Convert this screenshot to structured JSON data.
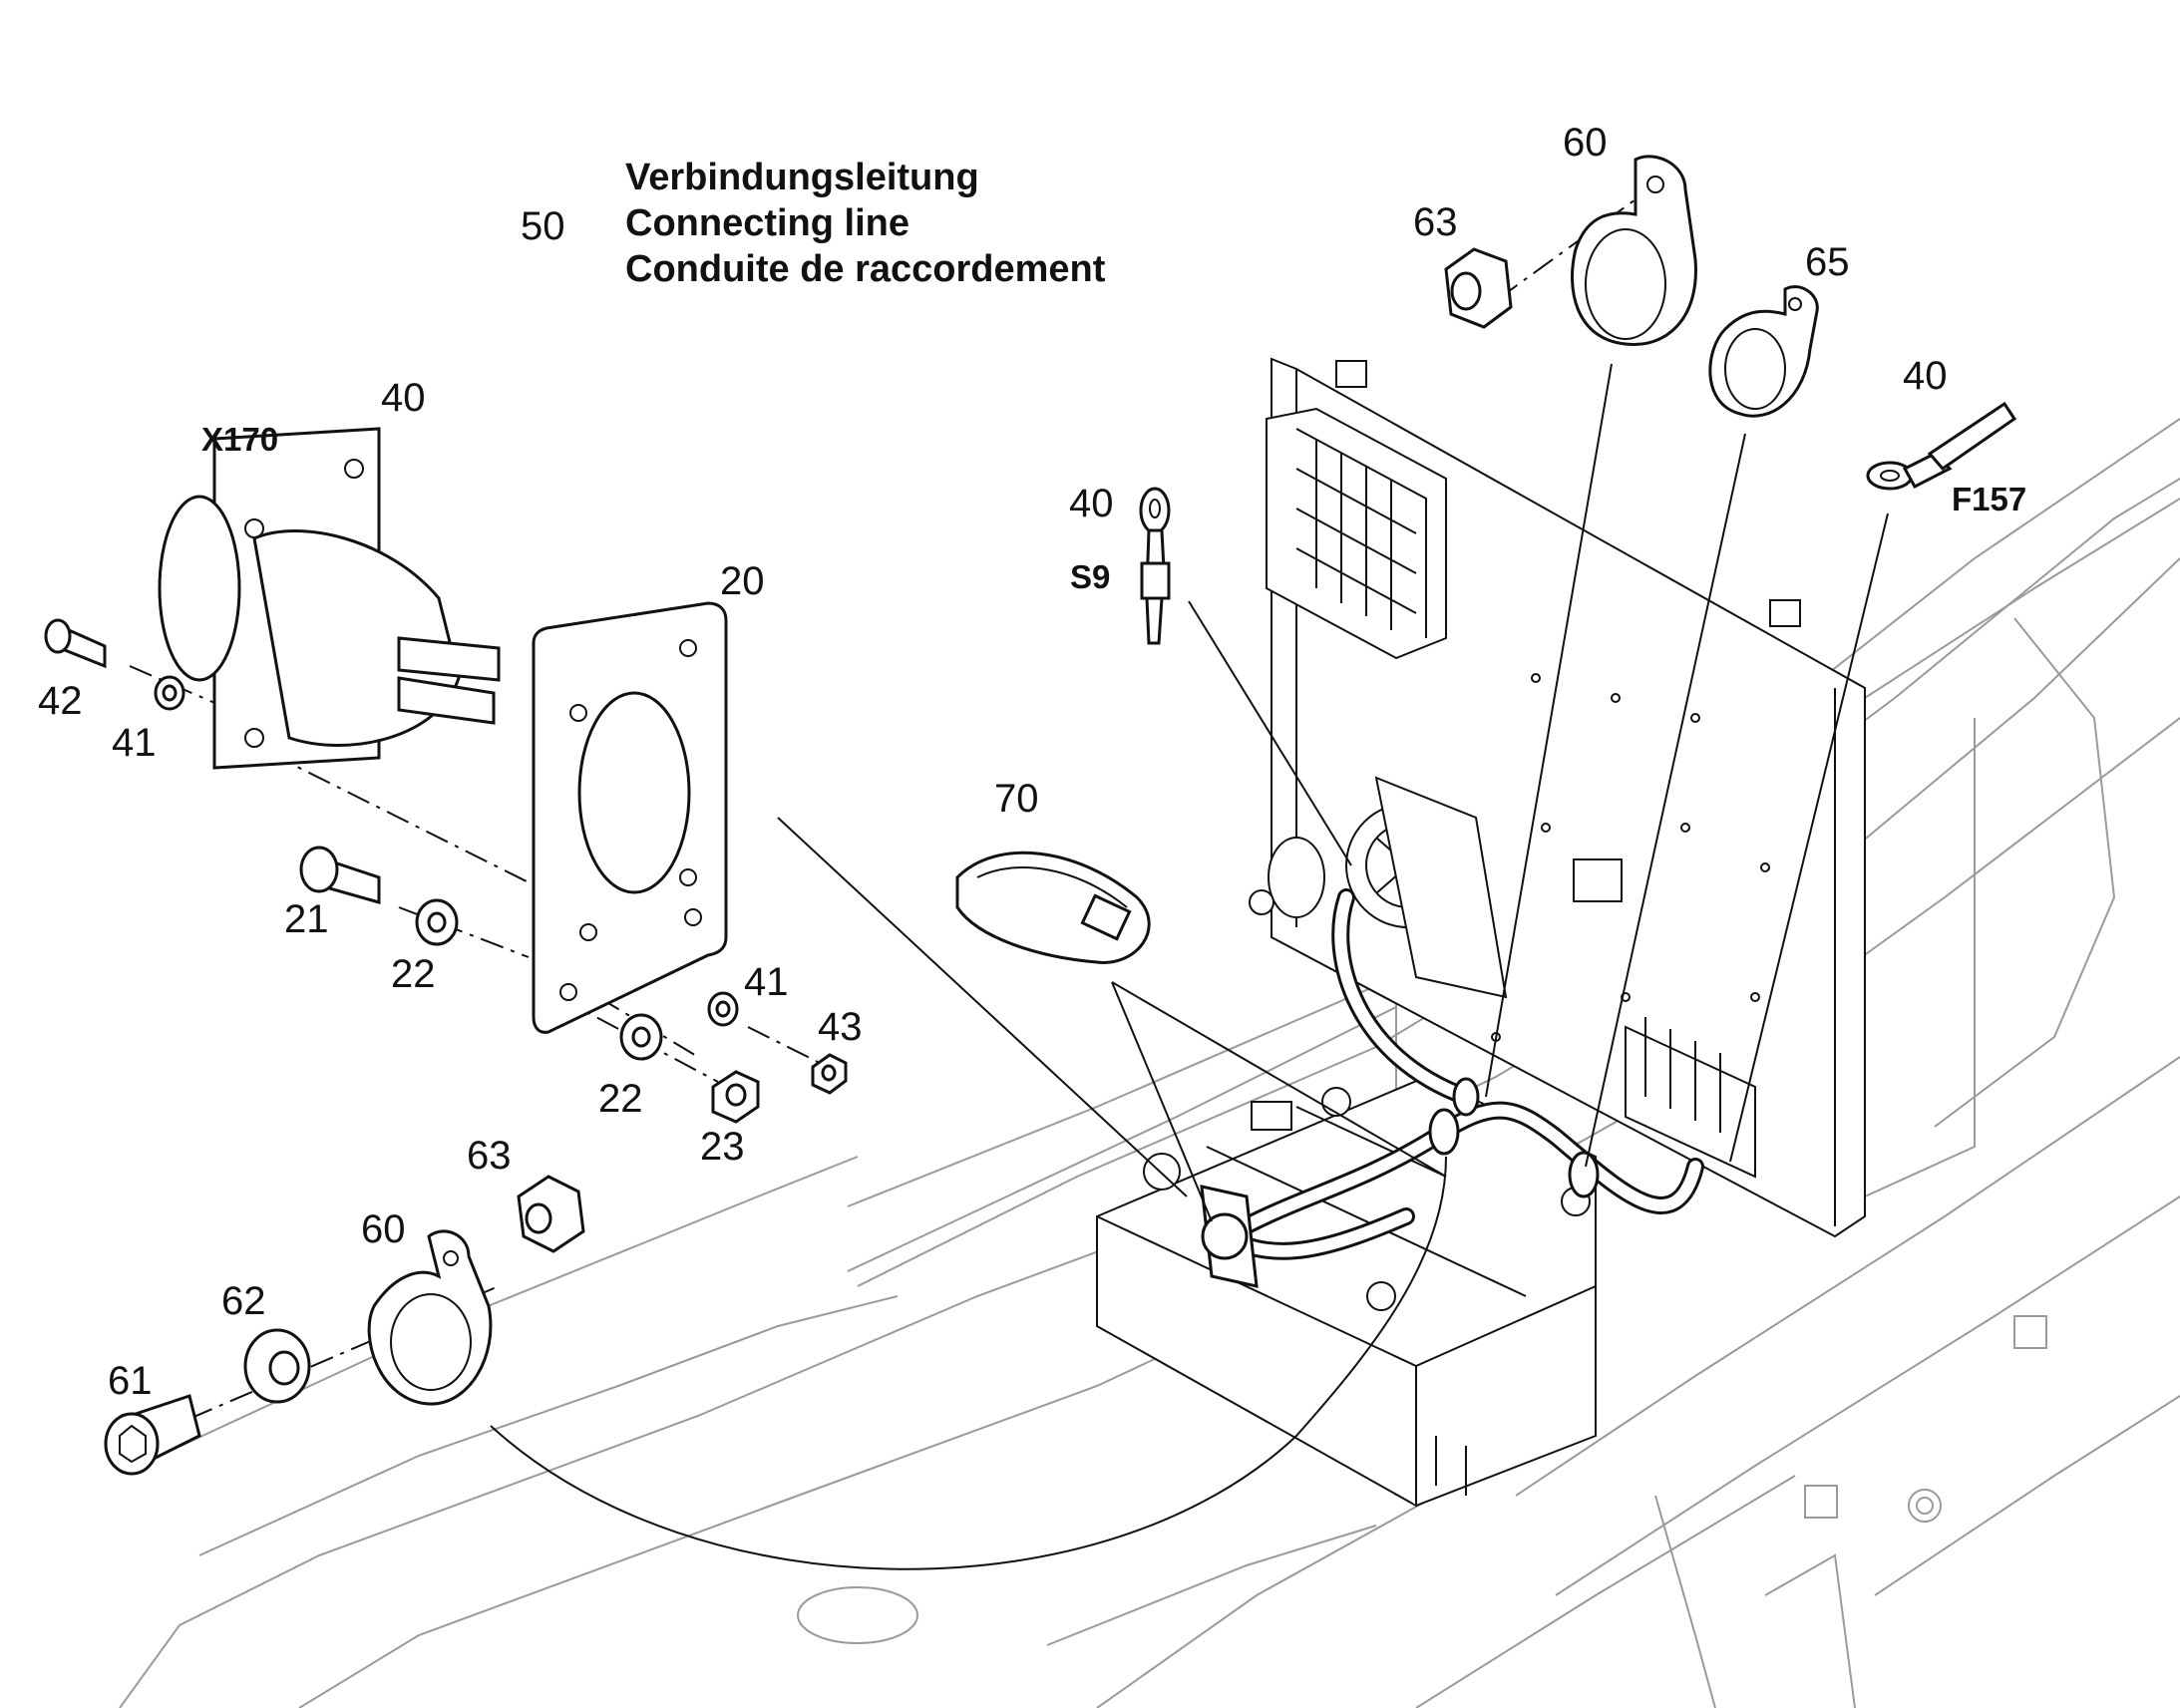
{
  "title": {
    "item_number": "50",
    "lines": [
      "Verbindungsleitung",
      "Connecting line",
      "Conduite de raccordement"
    ]
  },
  "callouts": {
    "c40_connector": "40",
    "c20": "20",
    "c42": "42",
    "c41_left": "41",
    "c21": "21",
    "c22_left": "22",
    "c22_right": "22",
    "c41_right": "41",
    "c43": "43",
    "c23": "23",
    "c63_bottom": "63",
    "c60_bottom": "60",
    "c62": "62",
    "c61": "61",
    "c70": "70",
    "c40_s9": "40",
    "c60_top": "60",
    "c63_top": "63",
    "c65": "65",
    "c40_f157": "40"
  },
  "references": {
    "x170": "X170",
    "s9": "S9",
    "f157": "F157"
  }
}
